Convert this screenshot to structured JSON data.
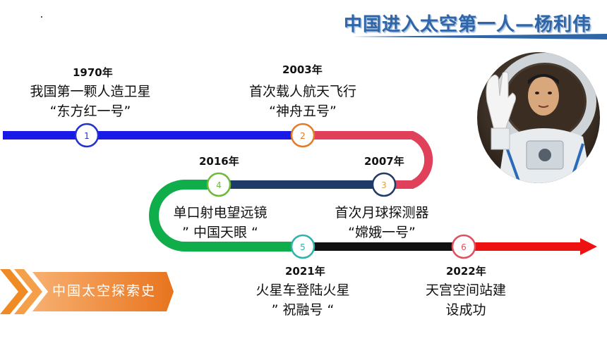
{
  "title": "中国进入太空第一人—杨利伟",
  "section_label": "中国太空探索史",
  "milestones": [
    {
      "num": "1",
      "year": "1970年",
      "line1": "我国第一颗人造卫星",
      "line2": "“东方红一号”",
      "color": "#2233cc"
    },
    {
      "num": "2",
      "year": "2003年",
      "line1": "首次载人航天飞行",
      "line2": "“神舟五号”",
      "color": "#e37b2a"
    },
    {
      "num": "3",
      "year": "2007年",
      "line1": "首次月球探测器",
      "line2": "“嫦娥一号”",
      "color": "#e3a32a"
    },
    {
      "num": "4",
      "year": "2016年",
      "line1": "单口射电望远镜",
      "line2": "” 中国天眼 “",
      "color": "#6cba3a"
    },
    {
      "num": "5",
      "year": "2021年",
      "line1": "火星车登陆火星",
      "line2": "” 祝融号 “",
      "color": "#2fb3a8"
    },
    {
      "num": "6",
      "year": "2022年",
      "line1": "天宫空间站建",
      "line2": "设成功",
      "color": "#e05060"
    }
  ],
  "colors": {
    "blue": "#1a1ae6",
    "pink": "#e0405a",
    "navy": "#1f3a66",
    "green": "#0fae4a",
    "black": "#111111",
    "red": "#ee1111",
    "orange": "#f08a24",
    "title_blue": "#2f66a8"
  }
}
